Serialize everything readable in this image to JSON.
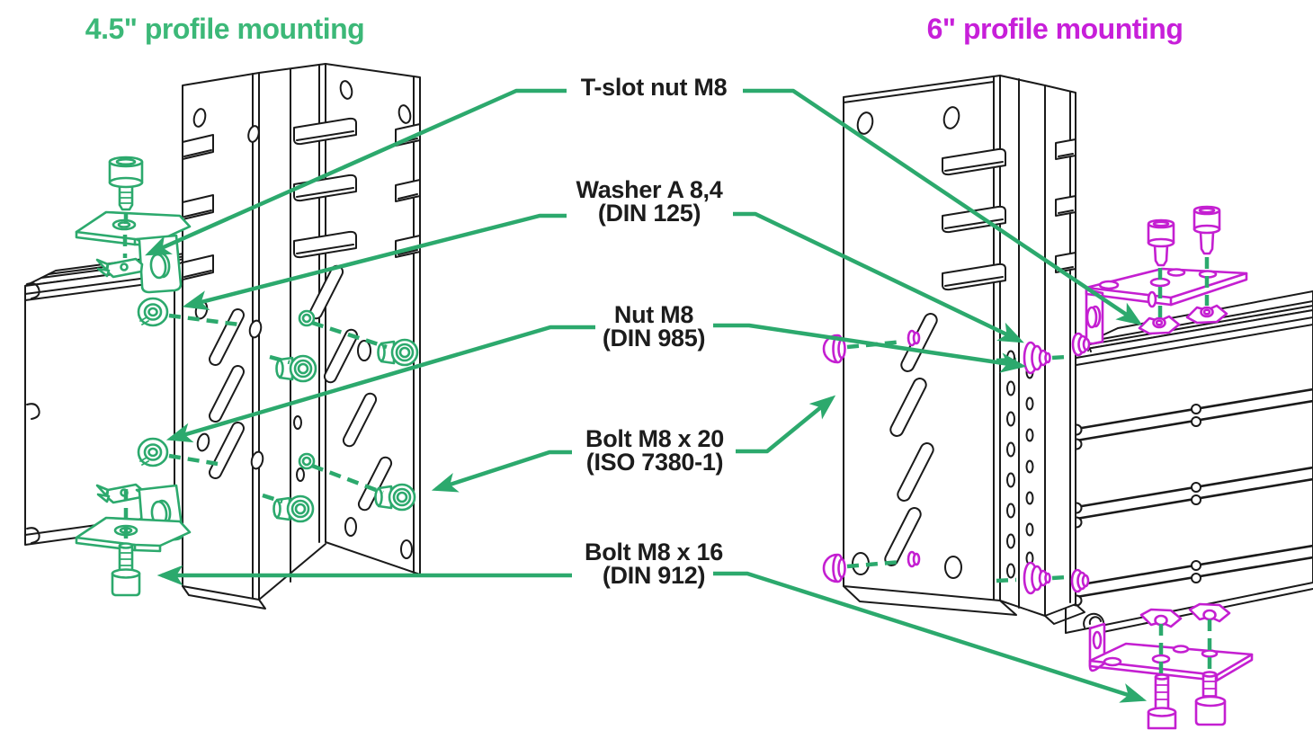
{
  "diagram": {
    "type": "technical-assembly-diagram",
    "background": "#ffffff",
    "titles": {
      "left": {
        "text": "4.5\" profile mounting",
        "color": "#3cb878"
      },
      "right": {
        "text": "6\" profile mounting",
        "color": "#c71fd9"
      }
    },
    "callouts": [
      {
        "id": "tslot-nut-m8",
        "lines": [
          "T-slot nut M8"
        ]
      },
      {
        "id": "washer-a84",
        "lines": [
          "Washer A 8,4",
          "(DIN 125)"
        ]
      },
      {
        "id": "nut-m8",
        "lines": [
          "Nut M8",
          "(DIN 985)"
        ]
      },
      {
        "id": "bolt-m8x20",
        "lines": [
          "Bolt M8 x 20",
          "(ISO 7380-1)"
        ]
      },
      {
        "id": "bolt-m8x16",
        "lines": [
          "Bolt M8 x 16",
          "(DIN 912)"
        ]
      }
    ],
    "colors": {
      "hardware_green": "#2ca96d",
      "hardware_magenta": "#c41fd1",
      "line_art": "#1a1a1a",
      "label_text": "#1c1c1c"
    }
  }
}
